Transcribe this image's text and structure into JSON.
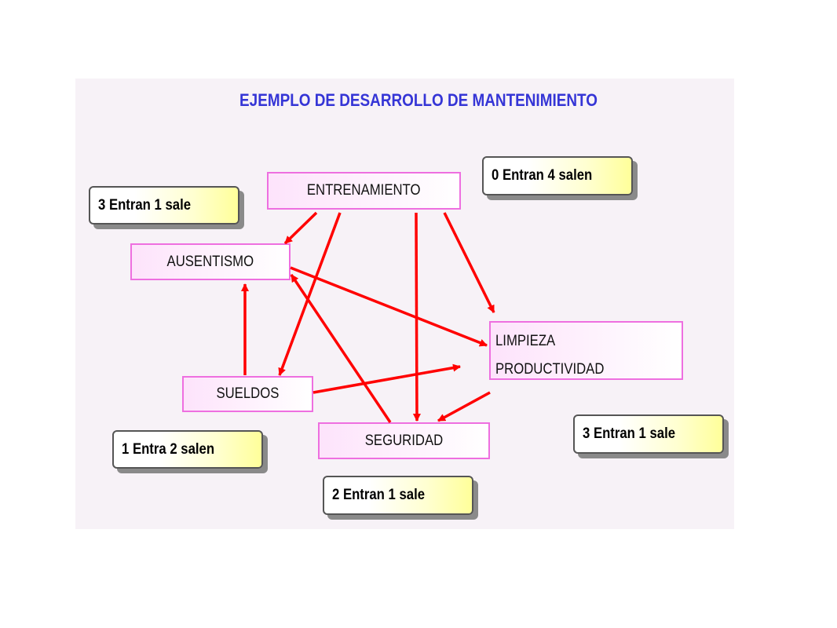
{
  "title": "EJEMPLO DE DESARROLLO DE MANTENIMIENTO",
  "colors": {
    "title": "#3535d6",
    "arrow": "#ff0000",
    "node_border": "#ee6fe0"
  },
  "nodes": {
    "entrenamiento": "ENTRENAMIENTO",
    "ausentismo": "AUSENTISMO",
    "limpieza_line1": "LIMPIEZA",
    "limpieza_line2": "PRODUCTIVIDAD",
    "sueldos": "SUELDOS",
    "seguridad": "SEGURIDAD"
  },
  "counts": {
    "ausentismo": "3 Entran 1 sale",
    "entrenamiento": "0 Entran 4 salen",
    "limpieza": "3 Entran 1 sale",
    "sueldos": "1 Entra 2 salen",
    "seguridad": "2 Entran 1 sale"
  },
  "edges": [
    {
      "from": "ENTRENAMIENTO",
      "to": "AUSENTISMO"
    },
    {
      "from": "ENTRENAMIENTO",
      "to": "SUELDOS"
    },
    {
      "from": "ENTRENAMIENTO",
      "to": "SEGURIDAD"
    },
    {
      "from": "ENTRENAMIENTO",
      "to": "LIMPIEZA PRODUCTIVIDAD"
    },
    {
      "from": "AUSENTISMO",
      "to": "LIMPIEZA PRODUCTIVIDAD"
    },
    {
      "from": "SUELDOS",
      "to": "AUSENTISMO"
    },
    {
      "from": "SUELDOS",
      "to": "LIMPIEZA PRODUCTIVIDAD"
    },
    {
      "from": "SEGURIDAD",
      "to": "AUSENTISMO"
    },
    {
      "from": "LIMPIEZA PRODUCTIVIDAD",
      "to": "SEGURIDAD"
    }
  ]
}
